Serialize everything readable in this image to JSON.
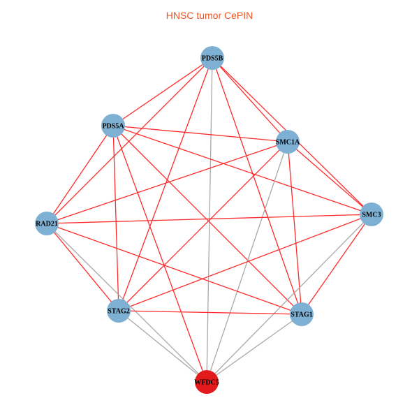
{
  "title": "HNSC tumor CePIN",
  "colors": {
    "title": "#ee5522",
    "node": "#7eb0d3",
    "highlight_node": "#e31a1c",
    "edge_red": "#ff2a2a",
    "edge_grey": "#a8a8a8"
  },
  "nodes": [
    {
      "id": "PDS5B",
      "highlight": false
    },
    {
      "id": "PDS5A",
      "highlight": false
    },
    {
      "id": "SMC1A",
      "highlight": false
    },
    {
      "id": "SMC3",
      "highlight": false
    },
    {
      "id": "RAD21",
      "highlight": false
    },
    {
      "id": "STAG2",
      "highlight": false
    },
    {
      "id": "STAG1",
      "highlight": false
    },
    {
      "id": "WFDC5",
      "highlight": true
    }
  ],
  "edges": [
    [
      "PDS5B",
      "PDS5A",
      "red"
    ],
    [
      "PDS5B",
      "SMC1A",
      "red"
    ],
    [
      "PDS5B",
      "SMC3",
      "red"
    ],
    [
      "PDS5B",
      "RAD21",
      "red"
    ],
    [
      "PDS5B",
      "STAG2",
      "red"
    ],
    [
      "PDS5B",
      "STAG1",
      "red"
    ],
    [
      "PDS5B",
      "WFDC5",
      "grey"
    ],
    [
      "PDS5A",
      "SMC1A",
      "red"
    ],
    [
      "PDS5A",
      "SMC3",
      "red"
    ],
    [
      "PDS5A",
      "RAD21",
      "red"
    ],
    [
      "PDS5A",
      "STAG2",
      "red"
    ],
    [
      "PDS5A",
      "STAG1",
      "red"
    ],
    [
      "PDS5A",
      "WFDC5",
      "red"
    ],
    [
      "SMC1A",
      "SMC3",
      "red"
    ],
    [
      "SMC1A",
      "RAD21",
      "red"
    ],
    [
      "SMC1A",
      "STAG2",
      "red"
    ],
    [
      "SMC1A",
      "STAG1",
      "red"
    ],
    [
      "SMC1A",
      "WFDC5",
      "grey"
    ],
    [
      "SMC3",
      "RAD21",
      "red"
    ],
    [
      "SMC3",
      "STAG2",
      "red"
    ],
    [
      "SMC3",
      "STAG1",
      "red"
    ],
    [
      "SMC3",
      "WFDC5",
      "grey"
    ],
    [
      "RAD21",
      "STAG2",
      "red"
    ],
    [
      "RAD21",
      "STAG1",
      "red"
    ],
    [
      "RAD21",
      "WFDC5",
      "grey"
    ],
    [
      "STAG2",
      "STAG1",
      "red"
    ],
    [
      "STAG2",
      "WFDC5",
      "grey"
    ],
    [
      "STAG1",
      "WFDC5",
      "grey"
    ]
  ]
}
